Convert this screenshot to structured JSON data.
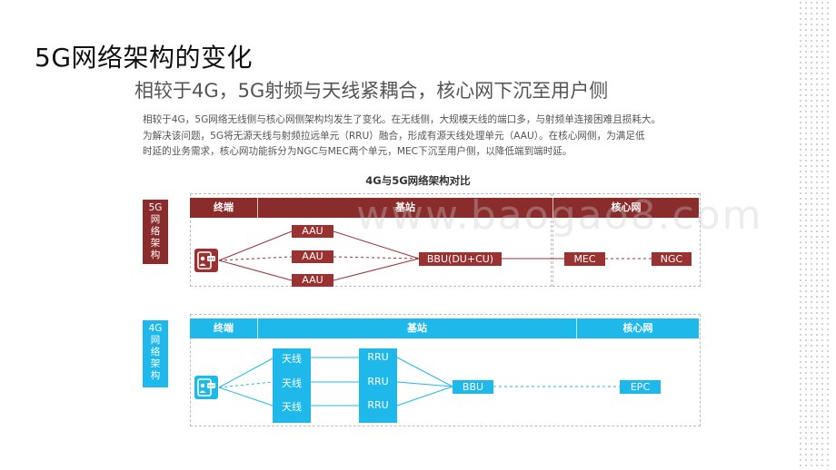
{
  "title": "5G网络架构的变化",
  "subtitle": "相较于4G，5G射频与天线紧耦合，核心网下沉至用户侧",
  "paragraph": {
    "line1": "相较于4G，5G网络无线侧与核心网侧架构均发生了变化。在无线侧，大规模天线的端口多，与射频单连接困难且损耗大。",
    "line2": "为解决该问题，5G将无源天线与射频拉远单元（RRU）融合，形成有源天线处理单元（AAU）。在核心网侧，为满足低",
    "line3": "时延的业务需求，核心网功能拆分为NGC与MEC两个单元，MEC下沉至用户侧，以降低端到端时延。"
  },
  "watermark": "www.baogao8.com",
  "diagram": {
    "title": "4G与5G网络架构对比",
    "row5g": {
      "label": [
        "5G",
        "网",
        "络",
        "架",
        "构"
      ],
      "headers": {
        "terminal": "终端",
        "base_station": "基站",
        "core": "核心网"
      },
      "aau": [
        "AAU",
        "AAU",
        "AAU"
      ],
      "bbu": "BBU(DU+CU)",
      "mec": "MEC",
      "ngc": "NGC"
    },
    "row4g": {
      "label": [
        "4G",
        "网",
        "络",
        "架",
        "构"
      ],
      "headers": {
        "terminal": "终端",
        "base_station": "基站",
        "core": "核心网"
      },
      "antenna": [
        "天线",
        "天线",
        "天线"
      ],
      "rru": [
        "RRU",
        "RRU",
        "RRU"
      ],
      "bbu": "BBU",
      "epc": "EPC"
    }
  },
  "colors": {
    "red": "#8b2c2c",
    "blue": "#1fb8ea"
  }
}
